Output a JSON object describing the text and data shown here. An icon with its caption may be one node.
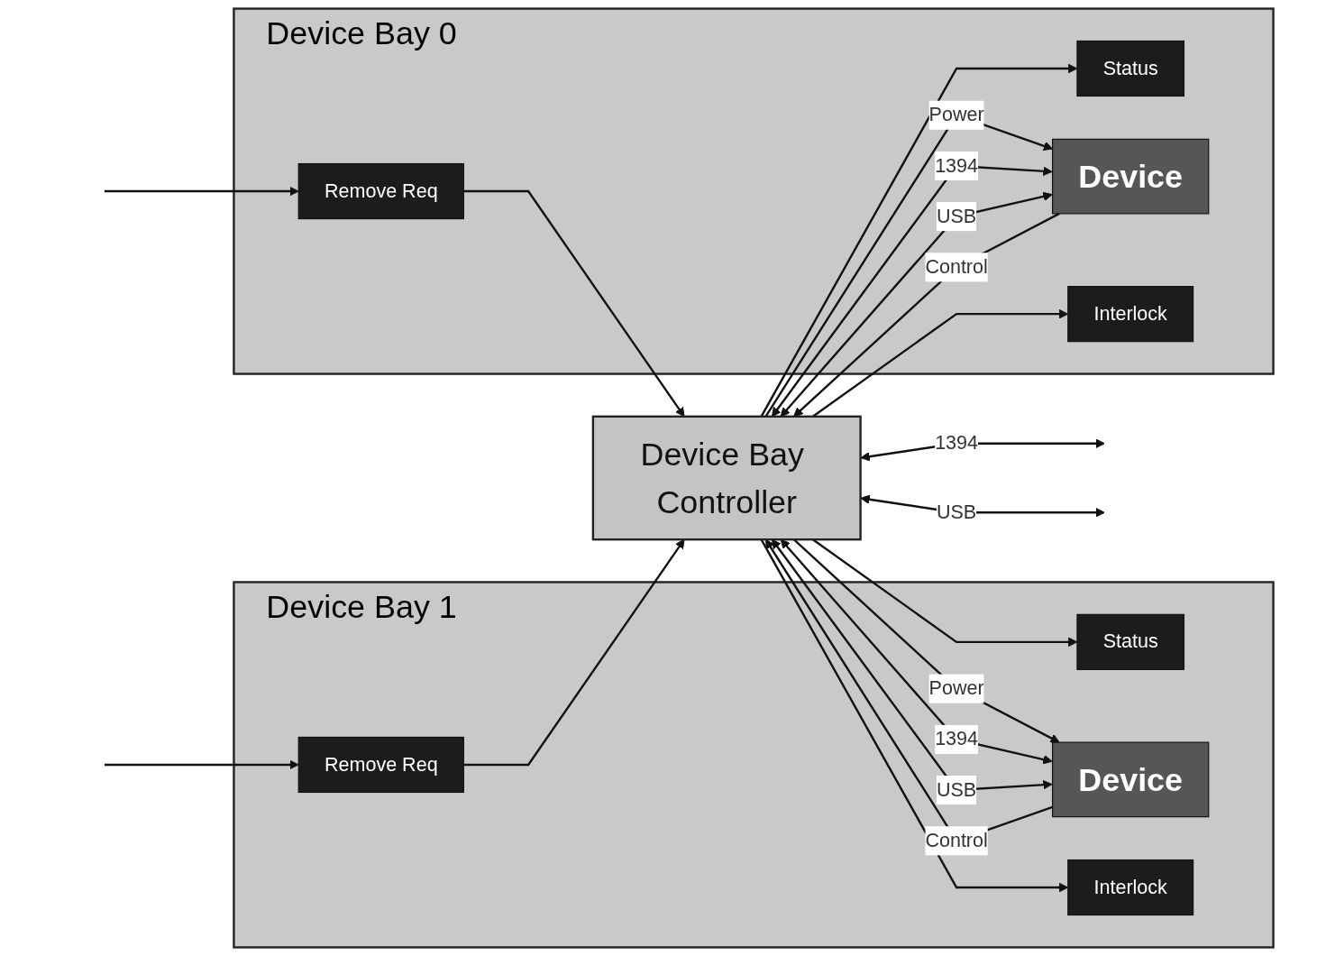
{
  "diagram": {
    "nodes": [
      {
        "text": [
          "Device Bay 0"
        ]
      },
      {
        "text": [
          "Status"
        ],
        "in": 0
      },
      {
        "text": [
          "Device"
        ],
        "in": 0
      },
      {
        "text": [
          "Remove Req"
        ],
        "in": 0
      },
      {
        "text": [
          "Interlock"
        ],
        "in": 0
      },
      {
        "text": [
          "Device Bay 1"
        ]
      },
      {
        "text": [
          "Status"
        ],
        "in": 5
      },
      {
        "text": [
          "Device"
        ],
        "in": 5
      },
      {
        "text": [
          "Remove Req"
        ],
        "in": 5
      },
      {
        "text": [
          "Interlock"
        ],
        "in": 5
      },
      {
        "text": [
          "Device Bay Controller"
        ]
      }
    ],
    "edges": [
      {
        "from": 10,
        "to": 1,
        "arrow": "to"
      },
      {
        "from": 2,
        "to": 10,
        "arrow": "both",
        "label": "1394"
      },
      {
        "from": 2,
        "to": 10,
        "arrow": "both",
        "label": "USB"
      },
      {
        "from": 10,
        "to": 2,
        "arrow": "to",
        "label": "Power"
      },
      {
        "from": 2,
        "to": 10,
        "arrow": "to",
        "label": "Control"
      },
      {
        "from": 10,
        "to": 4,
        "arrow": "to"
      },
      {
        "from": 3,
        "to": 10,
        "arrow": "to"
      },
      {
        "from": null,
        "to": 3,
        "arrow": "to"
      },
      {
        "from": 10,
        "to": 6,
        "arrow": "to"
      },
      {
        "from": 7,
        "to": 10,
        "arrow": "both",
        "label": "1394"
      },
      {
        "from": 7,
        "to": 10,
        "arrow": "both",
        "label": "USB"
      },
      {
        "from": 10,
        "to": 7,
        "arrow": "to",
        "label": "Power"
      },
      {
        "from": 7,
        "to": 10,
        "arrow": "to",
        "label": "Control"
      },
      {
        "from": 10,
        "to": 9,
        "arrow": "to"
      },
      {
        "from": 8,
        "to": 10,
        "arrow": "to"
      },
      {
        "from": null,
        "to": 8,
        "arrow": "to"
      },
      {
        "from": 10,
        "to": null,
        "arrow": "both",
        "label": "1394"
      },
      {
        "from": 10,
        "to": null,
        "arrow": "both",
        "label": "USB"
      }
    ]
  }
}
